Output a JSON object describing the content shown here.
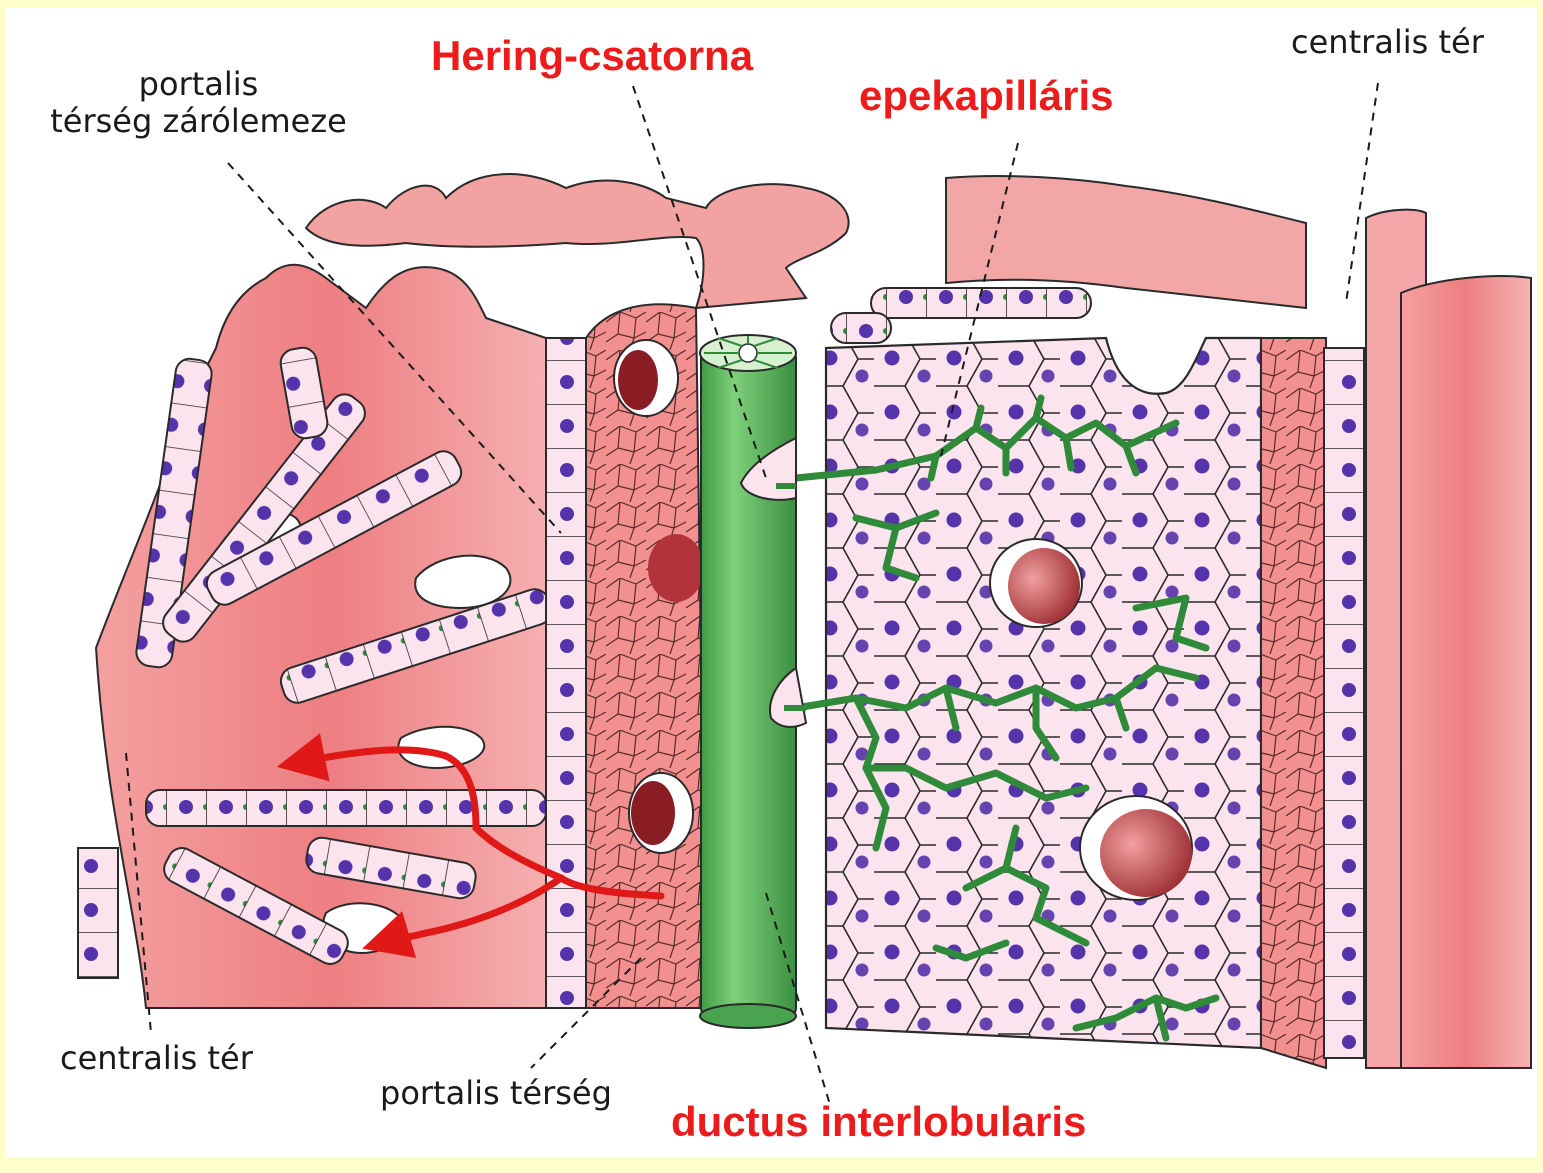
{
  "labels": {
    "hering": "Hering-csatorna",
    "epekapillaris": "epekapilláris",
    "centralis_top_right": "centralis tér",
    "portalis_zarolemez_line1": "portalis",
    "portalis_zarolemez_line2": "térség zárólemeze",
    "centralis_bottom_left": "centralis tér",
    "portalis_terseg": "portalis térség",
    "ductus": "ductus interlobularis"
  },
  "colors": {
    "page_border": "#fefec8",
    "background": "#ffffff",
    "sinusoid_pink": "#f08a8a",
    "sinusoid_light": "#f8c8c8",
    "hepatocyte_fill": "#fbe4ee",
    "nucleus": "#5533aa",
    "bile_canaliculus_green": "#2f8a3a",
    "bile_duct_green": "#5cba5c",
    "arrow_red": "#e01818",
    "vessel_dark": "#8a1c24",
    "label_red": "#ec1c1c",
    "label_dark": "#1a1a1a"
  }
}
